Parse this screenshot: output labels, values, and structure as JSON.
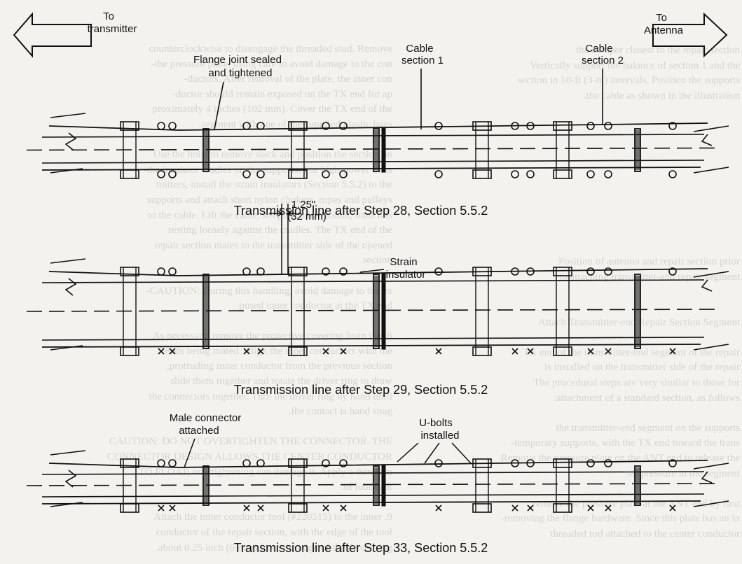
{
  "diagrams": [
    {
      "caption": "Transmission line after Step 28, Section 5.5.2",
      "labels": {
        "to_transmitter": [
          "To",
          "transmitter"
        ],
        "flange_joint": [
          "Flange joint sealed",
          "and tightened"
        ],
        "cable_section_1": [
          "Cable",
          "section 1"
        ],
        "cable_section_2": [
          "Cable",
          "section 2"
        ],
        "to_antenna": [
          "To",
          "Antenna"
        ]
      }
    },
    {
      "caption": "Transmission line after Step 29, Section 5.5.2",
      "labels": {
        "dimension": [
          "1.25\"",
          "(32 mm)"
        ],
        "strain_insulator": [
          "Strain",
          "insulator"
        ]
      }
    },
    {
      "caption": "Transmission line after Step 33, Section 5.5.2",
      "labels": {
        "male_connector": [
          "Male connector",
          "attached"
        ],
        "u_bolts": [
          "U-bolts",
          "installed"
        ]
      }
    }
  ],
  "bleed_through": {
    "left_column": [
      "the damper closest to the repair section",
      "Vertically support the balance of section 1 and the",
      "section in 10-ft (3-m) intervals. Position the supports",
      "the cable as shown in the illustration.",
      "",
      "",
      "",
      "",
      "",
      "",
      "",
      "",
      "",
      "",
      "Position of antenna and repair section prior",
      "to attaching transmitter-end repair segment",
      "",
      "",
      "Attach Transmitter-end Repair Section Segment",
      "",
      "TX end of the transmitter-end segment of the repair",
      "is installed on the transmitter side of the repair",
      "The procedural steps are very similar to those for",
      "attachment of a standard section, as follows:",
      "",
      "the transmitter-end segment on the supports",
      "temporary supports, with the TX end toward the trans-",
      "Remove the pressure plate on the ANT end to release the",
      "air pressure in the segment.",
      "",
      "remove the pressure plate at the ANT end by first",
      "removing the flange hardware. Since this plate has an in-",
      "threaded rod attached to the center conductor"
    ],
    "right_column": [
      "counterclockwise to disengage the threaded stud. Remove",
      "the pressure plate, using care to avoid damage to the con-",
      "ductors. After removal of the plate, the inner con-",
      "ductor should remain exposed on the TX end for ap-",
      "proximately 4 inches (102 mm). Cover the TX end of the",
      "segment with one of the supplied plastic bags.",
      "",
      "Use the hoist to remove slack and position the section on",
      "the insulator cradles on the supports. For high-power trans-",
      "mitters, install the strain insulators (Section 5.5.2) to the",
      "supports and attach short nylon chokers, ropes and pulleys",
      "to the cable. Lift the cable, keeping it horizontal, until it is",
      "resting loosely against the cradles. The TX end of the",
      "repair section mates to the transmitter side of the opened",
      "section.",
      "",
      "CAUTION: During this handling, avoid damage to the ex-",
      "posed inner conductor at the TX end.",
      "",
      "6. As necessary, remove the protective covering from the",
      "ends being mated. Align the inner conductors with the",
      "protruding inner conductor from the previous section,",
      "slide them together and rotate the driver ring to draw",
      "the connectors together. Turn the driver ring by hand until",
      "the contact is hand snug.",
      "",
      "CAUTION: DO NOT OVERTIGHTEN THE CONNECTOR. THE",
      "CONNECTOR DESIGN ALLOWS THE CENTER CONDUCTOR",
      "TO FLOAT; overtightening can damage it. Apply a thin film",
      "of lubricant.",
      "",
      "9. Attach the inner conductor tool (#220515) to the inner",
      "conductor of the repair section, with the edge of the tool",
      "about 0.25 inch (6 mm) from the edge of the driver ring."
    ]
  }
}
